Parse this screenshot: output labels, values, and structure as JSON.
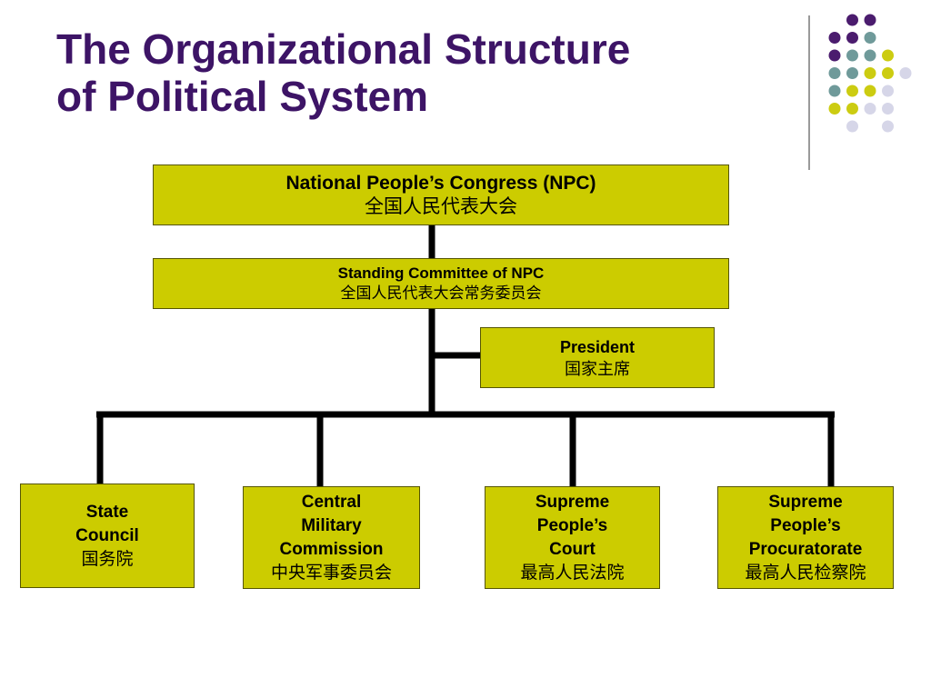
{
  "slide": {
    "title_line1": "The Organizational Structure",
    "title_line2": "of Political System"
  },
  "colors": {
    "title": "#3d1466",
    "box_fill": "#cccc00",
    "connector": "#000000",
    "dot_purple": "#4b1c6e",
    "dot_teal": "#6f9a9a",
    "dot_yellow": "#cccc11",
    "dot_lavender": "#d6d6e8"
  },
  "chart": {
    "npc": {
      "en": "National People’s Congress (NPC)",
      "zh": "全国人民代表大会"
    },
    "standing_committee": {
      "en": "Standing Committee of NPC",
      "zh": "全国人民代表大会常务委员会"
    },
    "president": {
      "en": "President",
      "zh": "国家主席"
    },
    "state_council": {
      "en1": "State",
      "en2": "Council",
      "zh": "国务院"
    },
    "military_commission": {
      "en1": "Central",
      "en2": "Military",
      "en3": "Commission",
      "zh": "中央军事委员会"
    },
    "court": {
      "en1": "Supreme",
      "en2": "People’s",
      "en3": "Court",
      "zh": "最高人民法院"
    },
    "procuratorate": {
      "en1": "Supreme",
      "en2": "People’s",
      "en3": "Procuratorate",
      "zh": "最高人民检察院"
    }
  }
}
